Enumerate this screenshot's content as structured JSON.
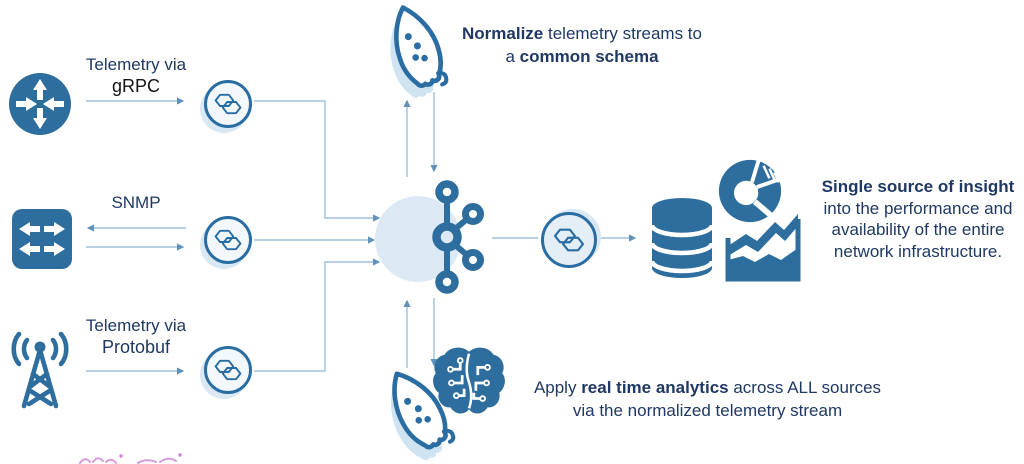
{
  "sources": [
    {
      "line1": "Telemetry via",
      "line2": "gRPC"
    },
    {
      "line1": "SNMP",
      "line2": ""
    },
    {
      "line1": "Telemetry via",
      "line2": "Protobuf"
    }
  ],
  "top_note": {
    "bold1": "Normalize",
    "rest1": " telemetry streams to",
    "pre2": "a ",
    "bold2": "common schema"
  },
  "bottom_note": {
    "pre": "Apply ",
    "bold": "real time analytics",
    "rest": " across ALL sources",
    "line2": "via the normalized telemetry stream"
  },
  "right_note": {
    "line1": "Single source of insight",
    "line2": "into the performance and",
    "line3": "availability of the entire",
    "line4": "network infrastructure."
  },
  "icons": {
    "source1": "router-icon",
    "source2": "switch-icon",
    "source3": "radio-tower-icon",
    "collector": "s-hexagon-connector-icon",
    "hub": "kafka-bus-icon",
    "top": "rocket-icon",
    "bottom_left": "rocket-icon",
    "bottom_right": "ai-brain-circuit-icon",
    "store": "database-icon",
    "viz1": "donut-chart-icon",
    "viz2": "area-chart-icon"
  },
  "colors": {
    "icon_blue": "#2E6E9E",
    "ring_blue": "#2A6DA2",
    "light_blue": "#D9E8F4",
    "navy_text": "#1F3864",
    "grpc_text": "#141414",
    "connector_line": "#8FB4D4",
    "arrowhead": "#5E92BD",
    "pink_fragment": "#CE84D2"
  }
}
